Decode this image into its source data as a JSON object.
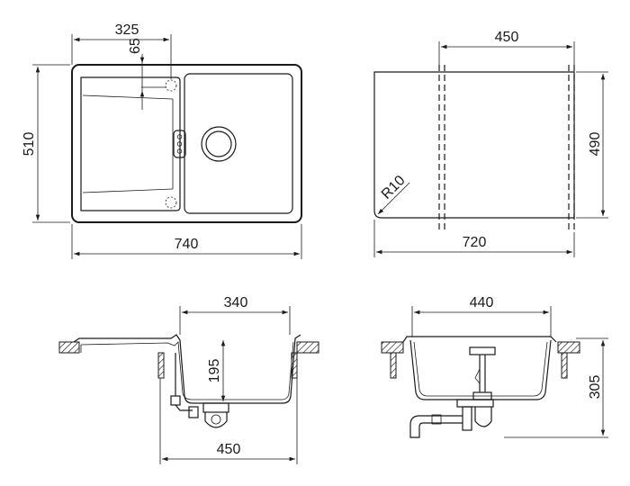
{
  "dimensions": {
    "top_view": {
      "basin_offset": "325",
      "tap_offset": "65",
      "height": "510",
      "width": "740"
    },
    "cutout_view": {
      "width": "450",
      "height": "490",
      "radius": "R10",
      "overall_width": "720"
    },
    "side_section": {
      "basin_width": "340",
      "depth": "195",
      "bottom_width": "450"
    },
    "front_section": {
      "basin_width": "440",
      "height": "305"
    }
  },
  "colors": {
    "line": "#1a1a1a",
    "background": "#ffffff"
  }
}
